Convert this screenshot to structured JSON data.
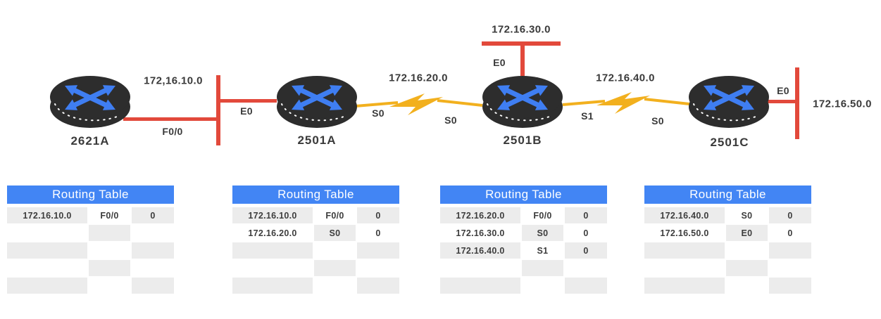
{
  "colors": {
    "accent_blue": "#4285f4",
    "arrow_blue": "#3f7ef2",
    "ethernet_red": "#e2493b",
    "serial_yellow": "#f2b01e",
    "router_body": "#2d2d2d",
    "text_dark": "#3a3a3a",
    "cell_gray": "#ececec",
    "header_text": "#ffffff"
  },
  "diagram": {
    "routers": [
      {
        "name": "2621A"
      },
      {
        "name": "2501A"
      },
      {
        "name": "2501B"
      },
      {
        "name": "2501C"
      }
    ],
    "labels": {
      "net1": "172,16.10.0",
      "net2": "172.16.20.0",
      "net3": "172.16.30.0",
      "net4": "172.16.40.0",
      "net5": "172.16.50.0",
      "r1_fa0": "F0/0",
      "r2_e0": "E0",
      "r2_s0": "S0",
      "r3_s0": "S0",
      "r3_e0": "E0",
      "r3_s1": "S1",
      "r4_s0": "S0",
      "r4_e0": "E0"
    }
  },
  "tables": [
    {
      "title": "Routing Table",
      "rows": [
        [
          "172.16.10.0",
          "F0/0",
          "0"
        ],
        [
          "",
          "",
          ""
        ],
        [
          "",
          "",
          ""
        ],
        [
          "",
          "",
          ""
        ],
        [
          "",
          "",
          ""
        ]
      ]
    },
    {
      "title": "Routing Table",
      "rows": [
        [
          "172.16.10.0",
          "F0/0",
          "0"
        ],
        [
          "172.16.20.0",
          "S0",
          "0"
        ],
        [
          "",
          "",
          ""
        ],
        [
          "",
          "",
          ""
        ],
        [
          "",
          "",
          ""
        ]
      ]
    },
    {
      "title": "Routing Table",
      "rows": [
        [
          "172.16.20.0",
          "F0/0",
          "0"
        ],
        [
          "172.16.30.0",
          "S0",
          "0"
        ],
        [
          "172.16.40.0",
          "S1",
          "0"
        ],
        [
          "",
          "",
          ""
        ],
        [
          "",
          "",
          ""
        ]
      ]
    },
    {
      "title": "Routing Table",
      "rows": [
        [
          "172.16.40.0",
          "S0",
          "0"
        ],
        [
          "172.16.50.0",
          "E0",
          "0"
        ],
        [
          "",
          "",
          ""
        ],
        [
          "",
          "",
          ""
        ],
        [
          "",
          "",
          ""
        ]
      ]
    }
  ]
}
